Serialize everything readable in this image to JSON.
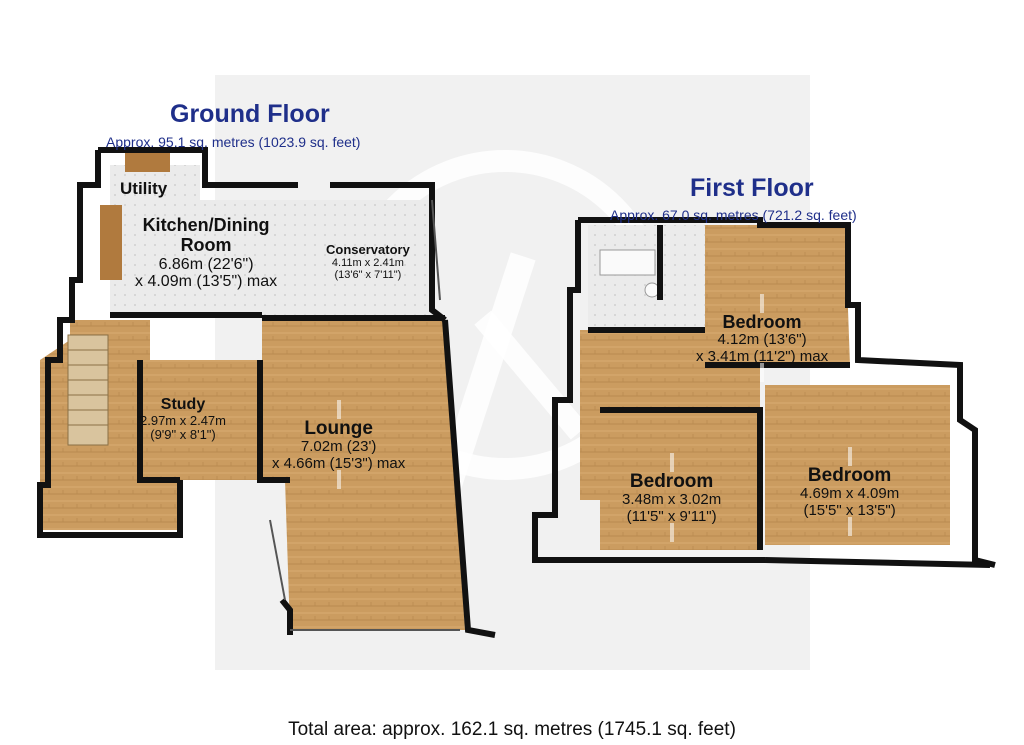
{
  "ground_floor": {
    "title": "Ground Floor",
    "area": "Approx. 95.1 sq. metres (1023.9 sq. feet)",
    "rooms": [
      {
        "name": "Utility",
        "dims": []
      },
      {
        "name": "Kitchen/Dining\nRoom",
        "dims": [
          "6.86m (22'6\")",
          "x 4.09m (13'5\") max"
        ]
      },
      {
        "name": "Conservatory",
        "dims": [
          "4.11m x 2.41m",
          "(13'6\" x 7'11\")"
        ]
      },
      {
        "name": "Study",
        "dims": [
          "2.97m x 2.47m",
          "(9'9\" x 8'1\")"
        ]
      },
      {
        "name": "Lounge",
        "dims": [
          "7.02m (23')",
          "x 4.66m (15'3\") max"
        ]
      }
    ]
  },
  "first_floor": {
    "title": "First Floor",
    "area": "Approx. 67.0 sq. metres (721.2 sq. feet)",
    "rooms": [
      {
        "name": "Bedroom",
        "dims": [
          "4.12m (13'6\")",
          "x 3.41m (11'2\") max"
        ]
      },
      {
        "name": "Bedroom",
        "dims": [
          "3.48m x 3.02m",
          "(11'5\" x 9'11\")"
        ]
      },
      {
        "name": "Bedroom",
        "dims": [
          "4.69m x 4.09m",
          "(15'5\" x 13'5\")"
        ]
      }
    ]
  },
  "total_area": "Total area: approx. 162.1 sq. metres (1745.1 sq. feet)",
  "colors": {
    "title": "#1f2f8a",
    "wood": "#c99a5e",
    "tile": "#e6e6e6",
    "wall": "#111111",
    "watermark": "#f1f1f1"
  }
}
